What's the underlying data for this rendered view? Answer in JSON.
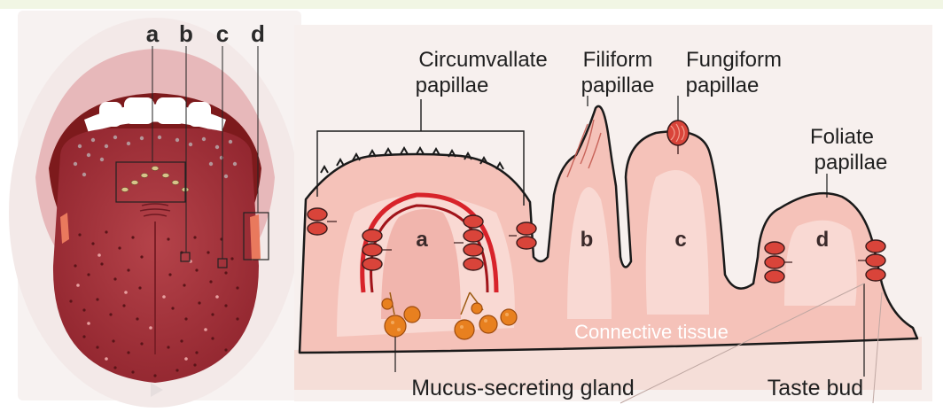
{
  "tongue_letters": [
    "a",
    "b",
    "c",
    "d"
  ],
  "labels": {
    "circumvallate_1": "Circumvallate",
    "circumvallate_2": "papillae",
    "filiform_1": "Filiform",
    "filiform_2": "papillae",
    "fungiform_1": "Fungiform",
    "fungiform_2": "papillae",
    "foliate_1": "Foliate",
    "foliate_2": "papillae",
    "connective": "Connective tissue",
    "mucus": "Mucus-secreting gland",
    "taste_bud": "Taste bud"
  },
  "section_letters": {
    "a": "a",
    "b": "b",
    "c": "c",
    "d": "d"
  },
  "colors": {
    "panel_bg": "#f7f0ee",
    "tissue_light": "#f6c7c0",
    "tissue_mid": "#eeaaa1",
    "tissue_dark": "#d9706a",
    "tongue": "#a8373f",
    "mouth_dark": "#7d1a1c",
    "lip": "#e4b3b5",
    "taste_bud": "#d9443a",
    "gland": "#e8801f",
    "top_bar": "#f1f6e4"
  }
}
